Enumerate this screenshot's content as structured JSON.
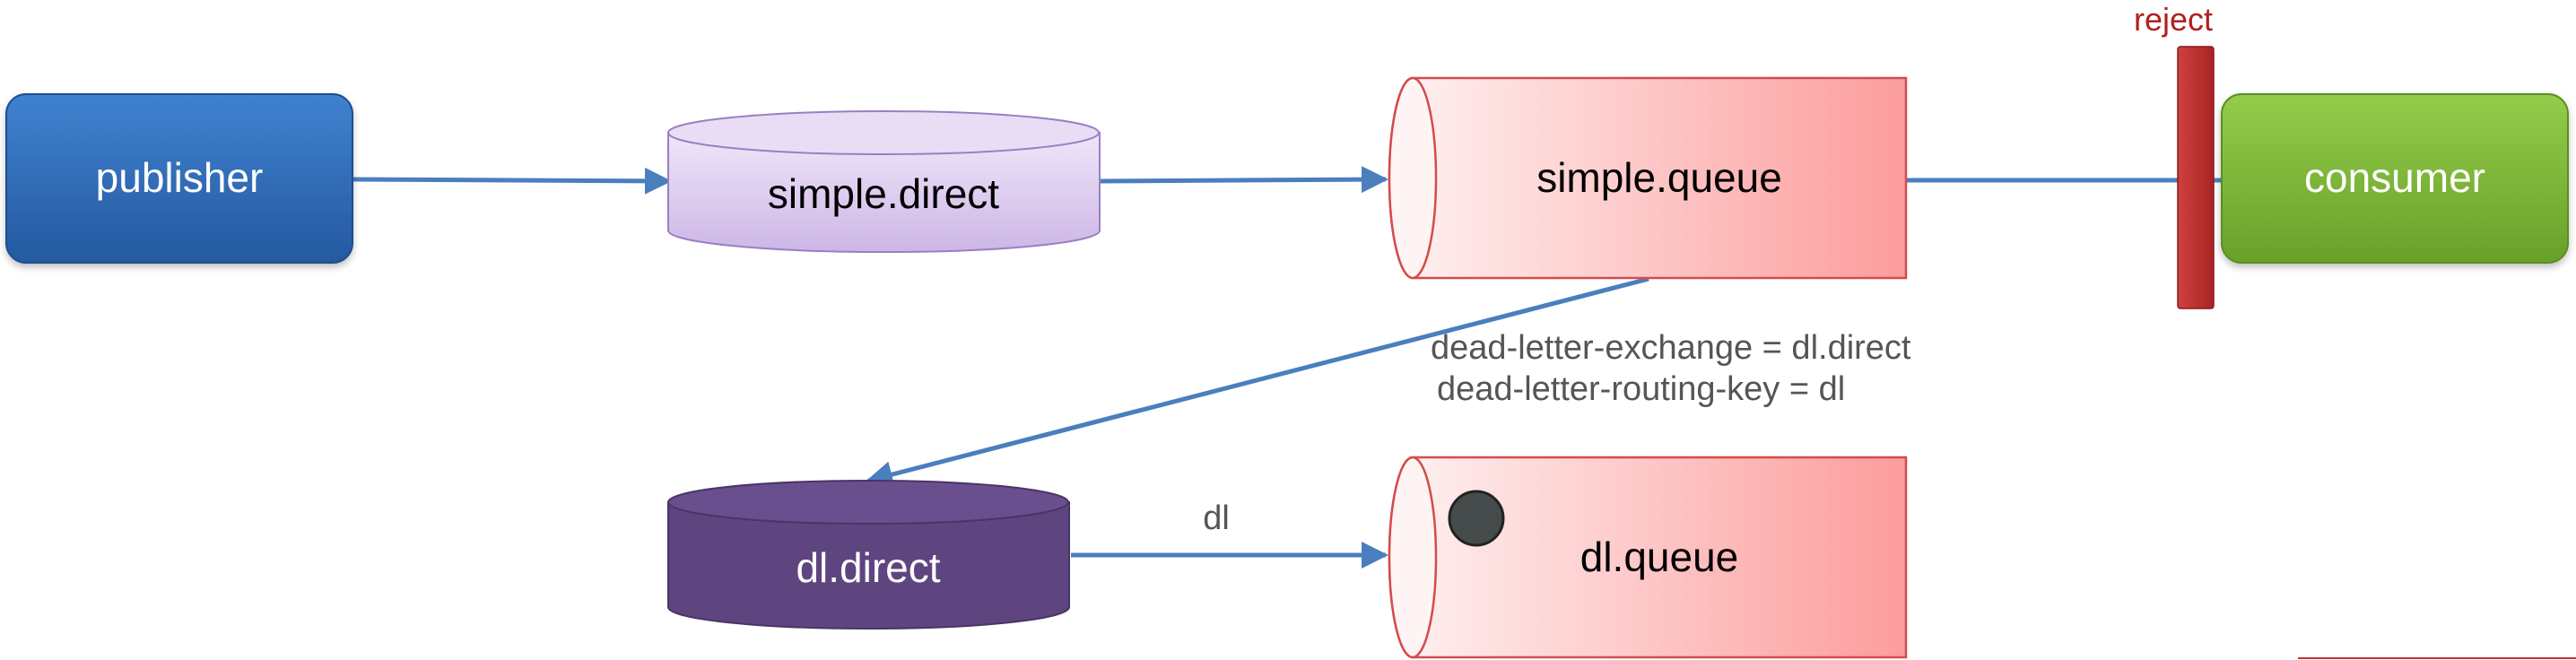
{
  "nodes": {
    "publisher": "publisher",
    "simple_direct": "simple.direct",
    "simple_queue": "simple.queue",
    "consumer": "consumer",
    "dl_direct": "dl.direct",
    "dl_queue": "dl.queue"
  },
  "labels": {
    "reject": "reject",
    "dead_letter_exchange": "dead-letter-exchange = dl.direct",
    "dead_letter_routing_key": "dead-letter-routing-key = dl",
    "routing_key": "dl"
  },
  "colors": {
    "arrow": "#4a7fbd",
    "publisher": "#2f6db8",
    "consumer": "#7fb83a",
    "simple_direct": "#d6c4ec",
    "dl_direct": "#5e4580",
    "queue_light": "#fff0f0",
    "queue_dark": "#fc9f9f",
    "queue_stroke": "#d24c4c",
    "reject_bar": "#c03030",
    "reject_text": "#b02020",
    "message_dot": "#454a4a"
  }
}
